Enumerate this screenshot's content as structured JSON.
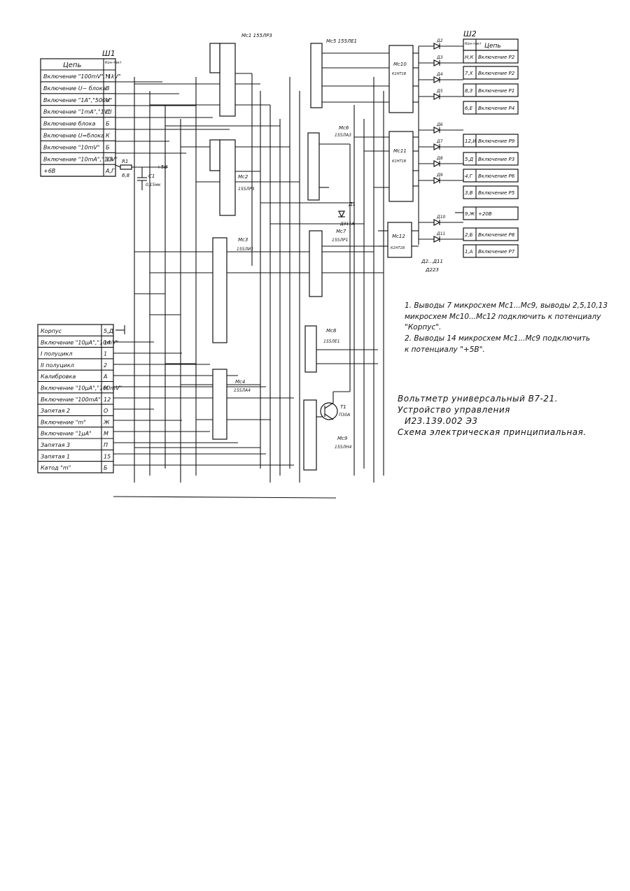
{
  "connector_w1": {
    "ref": "Ш1",
    "header": {
      "circuit": "Цепь",
      "pin": "Кон-такт"
    },
    "rows": [
      {
        "label": "Включение \"100mV\",\"1kV\"",
        "pin": "Н"
      },
      {
        "label": "Включение U~ блока",
        "pin": "В"
      },
      {
        "label": "Включение \"1A\",\"500V\"",
        "pin": "Н"
      },
      {
        "label": "Включение \"1mA\",\"1V\"",
        "pin": "Ш"
      },
      {
        "label": "Включение блока",
        "pin": "Б"
      },
      {
        "label": "Включение U=блока",
        "pin": "К"
      },
      {
        "label": "Включение \"10mV\"",
        "pin": "Б"
      },
      {
        "label": "Включение \"10mA\",\"10V\"",
        "pin": "13"
      },
      {
        "label": "+6В",
        "pin": "А,Г"
      }
    ]
  },
  "connector_w1_lower": {
    "rows": [
      {
        "label": "Корпус",
        "pin": "5,Д"
      },
      {
        "label": "Включение \"10µA\",\"10mV\"",
        "pin": "14"
      },
      {
        "label": "I полуцикл",
        "pin": "1"
      },
      {
        "label": "II полуцикл",
        "pin": "2"
      },
      {
        "label": "Калибровка",
        "pin": "А"
      },
      {
        "label": "Включение \"10µA\",\"100mV\"",
        "pin": "Н"
      },
      {
        "label": "Включение \"100mA\"",
        "pin": "12"
      },
      {
        "label": "Запятая 2",
        "pin": "О"
      },
      {
        "label": "Включение \"m\"",
        "pin": "Ж"
      },
      {
        "label": "Включение \"1µA\"",
        "pin": "М"
      },
      {
        "label": "Запятая 3",
        "pin": "П"
      },
      {
        "label": "Запятая 1",
        "pin": "15"
      },
      {
        "label": "Катод \"m\"",
        "pin": "Б"
      }
    ]
  },
  "connector_w2": {
    "ref": "Ш2",
    "header": {
      "pin": "Кон-такт",
      "circuit": "Цепь"
    },
    "rows": [
      {
        "pin": "Н,К",
        "label": "Включение Р2"
      },
      {
        "pin": "7,Х",
        "label": "Включение Р2"
      },
      {
        "pin": "8,З",
        "label": "Включение Р1"
      },
      {
        "pin": "6,Е",
        "label": "Включение Р4"
      },
      {
        "pin": "12,И",
        "label": "Включение Р9"
      },
      {
        "pin": "5,Д",
        "label": "Включение Р3"
      },
      {
        "pin": "4,Г",
        "label": "Включение Р6"
      },
      {
        "pin": "3,В",
        "label": "Включение Р5"
      },
      {
        "pin": "9,Ж",
        "label": "+20В"
      },
      {
        "pin": "2,Б",
        "label": "Включение Р8"
      },
      {
        "pin": "1,А",
        "label": "Включение Р7"
      }
    ]
  },
  "chips": {
    "ms1": {
      "ref": "Мс1",
      "type": "155ЛР3"
    },
    "ms2": {
      "ref": "Мс2",
      "type": "155ЛР3"
    },
    "ms3": {
      "ref": "Мс3",
      "type": "155ЛИ1"
    },
    "ms4": {
      "ref": "Мс4",
      "type": "155ЛА4"
    },
    "ms5": {
      "ref": "Мс5",
      "type": "155ЛЕ1"
    },
    "ms6": {
      "ref": "Мс6",
      "type": "155ЛА3"
    },
    "ms7": {
      "ref": "Мс7",
      "type": "155ЛР1"
    },
    "ms8": {
      "ref": "Мс8",
      "type": "155ЛЕ1"
    },
    "ms9": {
      "ref": "Мс9",
      "type": "155ЛН4"
    },
    "ms10": {
      "ref": "Мс10",
      "type": "К1НТ1В"
    },
    "ms11": {
      "ref": "Мс11",
      "type": "К1НТ1В"
    },
    "ms12": {
      "ref": "Мс12",
      "type": "К1НТ1В"
    }
  },
  "parts": {
    "r1": {
      "ref": "R1",
      "value": "6,8"
    },
    "c1": {
      "ref": "C1",
      "value": "0,15мк"
    },
    "plus5": "+5В",
    "d1": {
      "ref": "Д1",
      "type": "Д311А"
    },
    "t1": {
      "ref": "Т1",
      "type": "П30А"
    },
    "diodes_caption": "Д2...Д11",
    "diodes_type": "Д223",
    "diode_labels": [
      "Д2",
      "Д3",
      "Д4",
      "Д5",
      "Д6",
      "Д7",
      "Д8",
      "Д9",
      "Д10",
      "Д11"
    ]
  },
  "notes": [
    "1. Выводы 7 микросхем Мс1...Мс9, выводы 2,5,10,13",
    "микросхем Мс10...Мс12 подключить к потенциалу",
    "\"Корпус\".",
    "2. Выводы 14 микросхем Мс1...Мс9 подключить",
    "к потенциалу \"+5В\"."
  ],
  "title_block": [
    "Вольтметр универсальный В7-21.",
    "Устройство управления",
    "И23.139.002 Э3",
    "Схема электрическая принципиальная."
  ]
}
